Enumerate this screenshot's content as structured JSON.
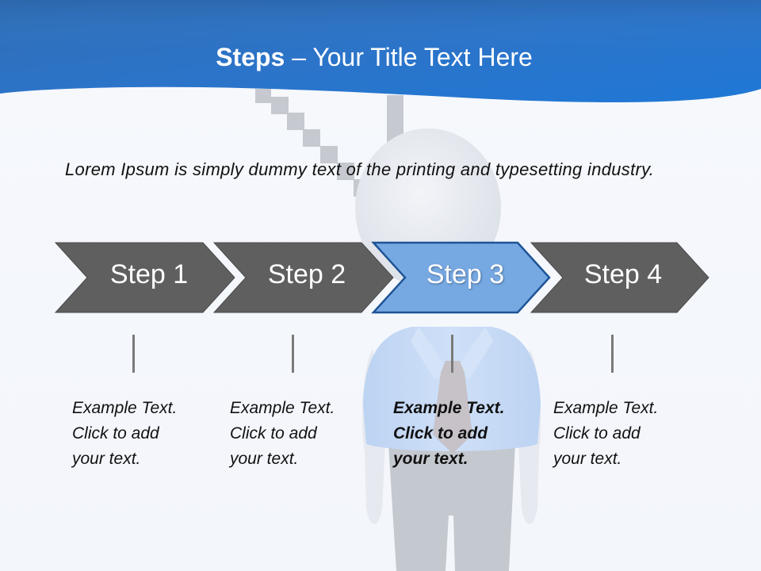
{
  "title": {
    "bold": "Steps",
    "rest": " – Your Title Text Here"
  },
  "intro_text": "Lorem Ipsum is simply dummy text of the printing and typesetting industry.",
  "colors": {
    "header_blue_dark": "#2460a8",
    "header_blue_light": "#3a86d6",
    "step_gray": "#5f5f5f",
    "step_active_fill": "#76a8e2",
    "step_active_border": "#1e5496",
    "connector": "#7a7a7a"
  },
  "steps": [
    {
      "label": "Step 1",
      "active": false,
      "description": "Example Text.\nClick  to add\nyour text."
    },
    {
      "label": "Step 2",
      "active": false,
      "description": "Example Text.\nClick  to add\nyour text."
    },
    {
      "label": "Step 3",
      "active": true,
      "description": "Example Text.\nClick  to add\nyour text."
    },
    {
      "label": "Step 4",
      "active": false,
      "description": "Example Text.\nClick  to add\nyour text."
    }
  ]
}
